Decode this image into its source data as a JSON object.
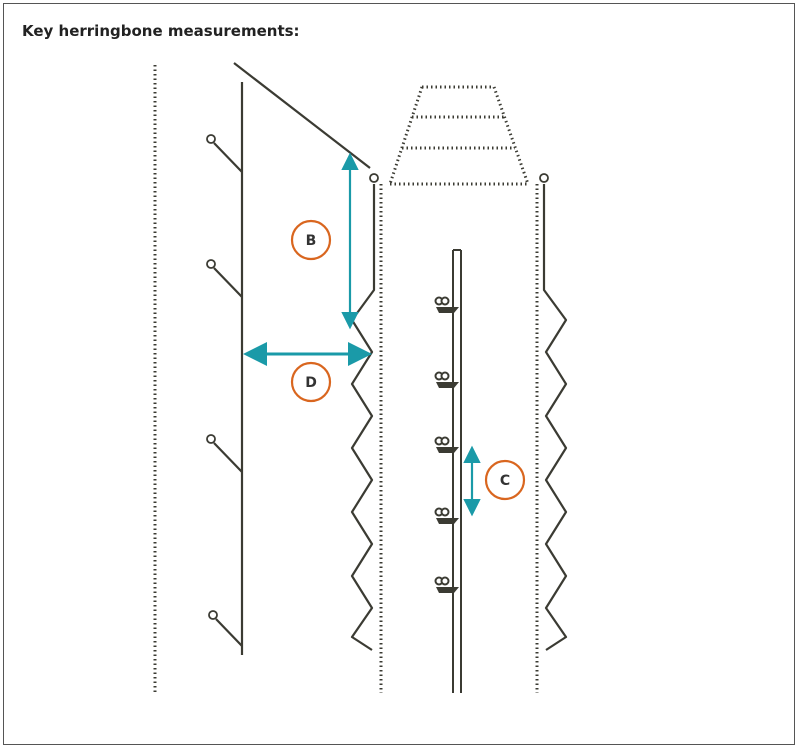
{
  "title": "Key herringbone measurements:",
  "labels": {
    "b": "B",
    "c": "C",
    "d": "D"
  },
  "colors": {
    "line": "#3b3b33",
    "arrow": "#1a9aa8",
    "circle": "#d9661f"
  }
}
